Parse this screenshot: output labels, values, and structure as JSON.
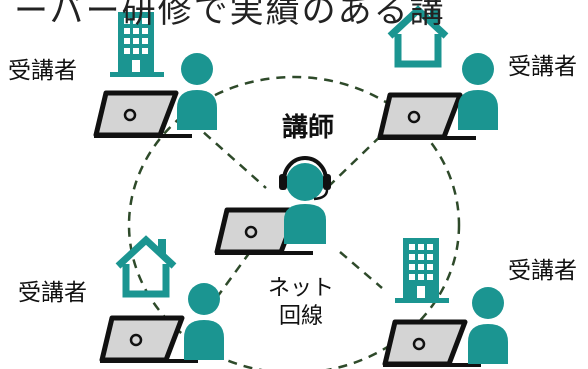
{
  "title_fragment": "ーバー研修で実績のある講",
  "instructor_label": "講師",
  "network_label_line1": "ネット",
  "network_label_line2": "回線",
  "learners": [
    {
      "label": "受講者",
      "location": "office-building"
    },
    {
      "label": "受講者",
      "location": "house"
    },
    {
      "label": "受講者",
      "location": "house"
    },
    {
      "label": "受講者",
      "location": "office-building"
    }
  ],
  "colors": {
    "accent": "#1b9591",
    "laptop_fill": "#d4d4d4",
    "outline": "#111111",
    "dash": "#2e4a2a"
  }
}
